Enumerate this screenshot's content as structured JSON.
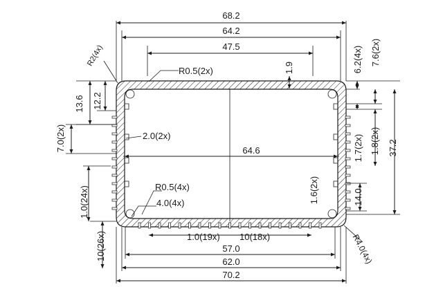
{
  "colors": {
    "ink": "#1a1a1a",
    "background": "#ffffff"
  },
  "dims": {
    "d68_2": "68.2",
    "d64_2": "64.2",
    "d47_5": "47.5",
    "d1_9": "1.9",
    "r05_2x": "R0.5(2x)",
    "r2_4x": "R2(4x)",
    "d6_2_4x": "6.2(4x)",
    "d7_6_2x": "7.6(2x)",
    "d13_6": "13.6",
    "d12_2": "12.2",
    "d7_0_2x": "7.0(2x)",
    "d2_0_2x": "2.0(2x)",
    "d64_6": "64.6",
    "d1_7_2x": "1.7(2x)",
    "d1_8_2x": "1.8(2x)",
    "d37_2": "37.2",
    "d1_0_24x": "1.0(24x)",
    "r05_4x": "R0.5(4x)",
    "d4_0_4x": "4.0(4x)",
    "d1_6_2x": "1.6(2x)",
    "d14_0": "14.0",
    "d10_26x": "10(26x)",
    "d1_0_19x": "1.0(19x)",
    "d10_18x": "10(18x)",
    "d57_0": "57.0",
    "d62_0": "62.0",
    "d70_2": "70.2",
    "r4_0_4x": "R4.0(4x)"
  }
}
